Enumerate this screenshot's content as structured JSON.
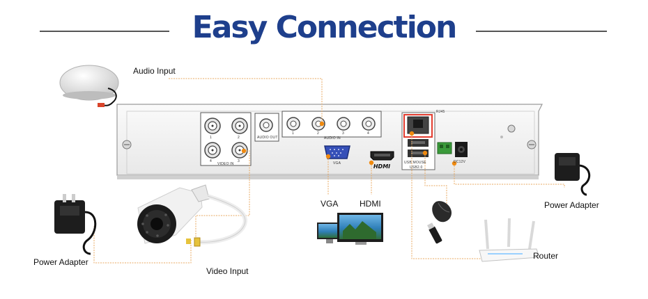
{
  "title": "Easy Connection",
  "labels": {
    "audio_input": "Audio Input",
    "vga": "VGA",
    "hdmi": "HDMI",
    "power_adapter_left": "Power Adapter",
    "power_adapter_right": "Power Adapter",
    "video_input": "Video Input",
    "router": "Router"
  },
  "panel": {
    "rj45": "RJ45",
    "audio_out": "AUDIO OUT",
    "audio_in": "AUDIO IN",
    "video_in": "VIDEO IN",
    "vga": "VGA",
    "hdmi": "HDMI",
    "usb": "USB MOUSE",
    "usb2": "USB2.0",
    "dc12v": "DC12V",
    "video_nums": [
      "1",
      "2",
      "4",
      "3"
    ],
    "audio_in_nums": [
      "1",
      "2",
      "3",
      "4"
    ]
  },
  "colors": {
    "title": "#1e3f8c",
    "connector_line": "#e8a860",
    "connector_dot": "#f08a10",
    "rj45_highlight": "#e23b2e"
  }
}
